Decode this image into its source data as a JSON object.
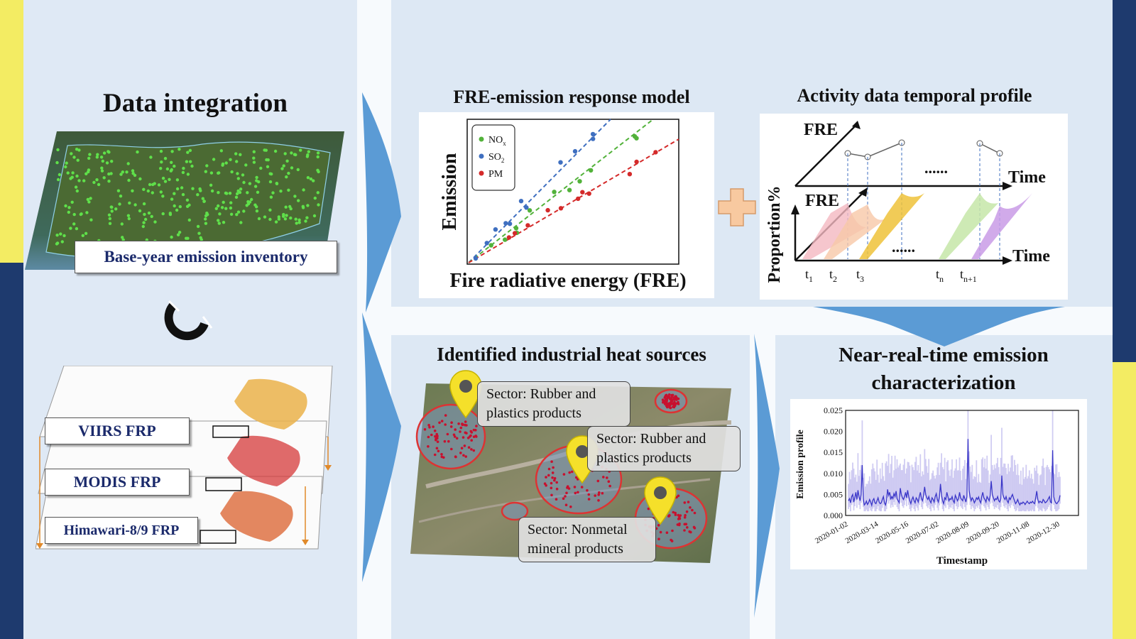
{
  "colors": {
    "bg_light": "#dfe9f5",
    "panel": "#dde8f4",
    "arrow": "#5b9bd5",
    "navy": "#1e3a6e",
    "yellow": "#f3ec63",
    "plus": "#f8c9a0",
    "nox": "#52b23a",
    "so2": "#3f6fc0",
    "pm": "#d42a2a"
  },
  "left": {
    "title": "Data integration",
    "inventory_label": "Base-year emission inventory",
    "magnet_icon": "magnet-icon",
    "frp_layers": [
      {
        "label": "VIIRS FRP",
        "color": "#e6a73a"
      },
      {
        "label": "MODIS FRP",
        "color": "#d64545"
      },
      {
        "label": "Himawari-8/9 FRP",
        "color": "#d9683a"
      }
    ]
  },
  "fre_model": {
    "title": "FRE-emission response model",
    "xlabel": "Fire radiative energy (FRE)",
    "ylabel": "Emission",
    "legend": [
      {
        "base": "NO",
        "sub": "x"
      },
      {
        "base": "SO",
        "sub": "2"
      },
      {
        "base": "PM",
        "sub": ""
      }
    ]
  },
  "activity": {
    "title": "Activity data temporal profile",
    "fre": "FRE",
    "time": "Time",
    "proportion": "Proportion%",
    "dots": "......",
    "ticks": [
      {
        "base": "t",
        "sub": "1"
      },
      {
        "base": "t",
        "sub": "2"
      },
      {
        "base": "t",
        "sub": "3"
      },
      {
        "base": "t",
        "sub": "n"
      },
      {
        "base": "t",
        "sub": "n+1"
      }
    ]
  },
  "heat_sources": {
    "title": "Identified industrial heat sources",
    "callouts": [
      {
        "line1": "Sector: Rubber and",
        "line2": "plastics products"
      },
      {
        "line1": "Sector: Rubber and",
        "line2": "plastics products"
      },
      {
        "line1": "Sector: Nonmetal",
        "line2": "mineral products"
      }
    ]
  },
  "nrt": {
    "title_line1": "Near-real-time emission",
    "title_line2": "characterization"
  },
  "chart_data": {
    "type": "line",
    "ylabel": "Emission profile",
    "xlabel": "Timestamp",
    "ylim": [
      0,
      0.025
    ],
    "yticks": [
      "0.000",
      "0.005",
      "0.010",
      "0.015",
      "0.020",
      "0.025"
    ],
    "xticks": [
      "2020-01-02",
      "2020-03-14",
      "2020-05-16",
      "2020-07-02",
      "2020-08-09",
      "2020-09-20",
      "2020-11-08",
      "2020-12-30"
    ],
    "series": [
      {
        "values": [
          0.0035,
          0.004,
          0.003,
          0.0045,
          0.005,
          0.0032,
          0.0042,
          0.0055,
          0.0038,
          0.006,
          0.0045,
          0.0035,
          0.005,
          0.012,
          0.004,
          0.0025,
          0.0028,
          0.0034,
          0.0026,
          0.003,
          0.0038,
          0.0032,
          0.0024,
          0.0036,
          0.004,
          0.003,
          0.0028,
          0.0035,
          0.0042,
          0.0032,
          0.0028,
          0.003,
          0.0038,
          0.0045,
          0.003,
          0.0025,
          0.0035,
          0.0062,
          0.0048,
          0.0055,
          0.0038,
          0.0045,
          0.004,
          0.0052,
          0.0045,
          0.0058,
          0.004,
          0.0035,
          0.003,
          0.0065,
          0.005,
          0.0042,
          0.0038,
          0.0045,
          0.0055,
          0.0042,
          0.006,
          0.0045,
          0.0035,
          0.0028,
          0.0038,
          0.0044,
          0.0035,
          0.003,
          0.0042,
          0.0038,
          0.0032,
          0.0045,
          0.0055,
          0.004,
          0.0035,
          0.0048,
          0.0068,
          0.005,
          0.0042,
          0.0038,
          0.0045,
          0.0035,
          0.003,
          0.0042,
          0.0038,
          0.0032,
          0.0045,
          0.0052,
          0.0038,
          0.0032,
          0.0044,
          0.0075,
          0.0048,
          0.0035,
          0.0028,
          0.0042,
          0.0038,
          0.0055,
          0.0045,
          0.0035,
          0.004,
          0.0038,
          0.0045,
          0.0035,
          0.003,
          0.0048,
          0.0042,
          0.0035,
          0.004,
          0.0055,
          0.0042,
          0.0038,
          0.0035,
          0.0048,
          0.004,
          0.0032,
          0.0045,
          0.0182,
          0.006,
          0.0045,
          0.0035,
          0.0042,
          0.0038,
          0.003,
          0.0035,
          0.0042,
          0.0038,
          0.0044,
          0.0035,
          0.003,
          0.0045,
          0.0055,
          0.0042,
          0.0038,
          0.0032,
          0.0045,
          0.004,
          0.0035,
          0.0048,
          0.0082,
          0.005,
          0.0042,
          0.0035,
          0.004,
          0.0038,
          0.0045,
          0.0035,
          0.0032,
          0.004,
          0.0095,
          0.005,
          0.0042,
          0.0038,
          0.0045,
          0.0035,
          0.003,
          0.0042,
          0.0038,
          0.0045,
          0.005,
          0.0042,
          0.0035,
          0.0028,
          0.0032,
          0.0038,
          0.003,
          0.0025,
          0.003,
          0.0028,
          0.0032,
          0.003,
          0.0026,
          0.003,
          0.0034,
          0.003,
          0.0028,
          0.0032,
          0.003,
          0.0034,
          0.003,
          0.0028,
          0.0042,
          0.0058,
          0.0038,
          0.003,
          0.0034,
          0.0032,
          0.003,
          0.0038,
          0.0035,
          0.003,
          0.0032,
          0.0035,
          0.004,
          0.0045,
          0.0032,
          0.003,
          0.0155,
          0.0045,
          0.0035,
          0.003,
          0.0028,
          0.0032,
          0.0035,
          0.0048
        ]
      }
    ]
  }
}
